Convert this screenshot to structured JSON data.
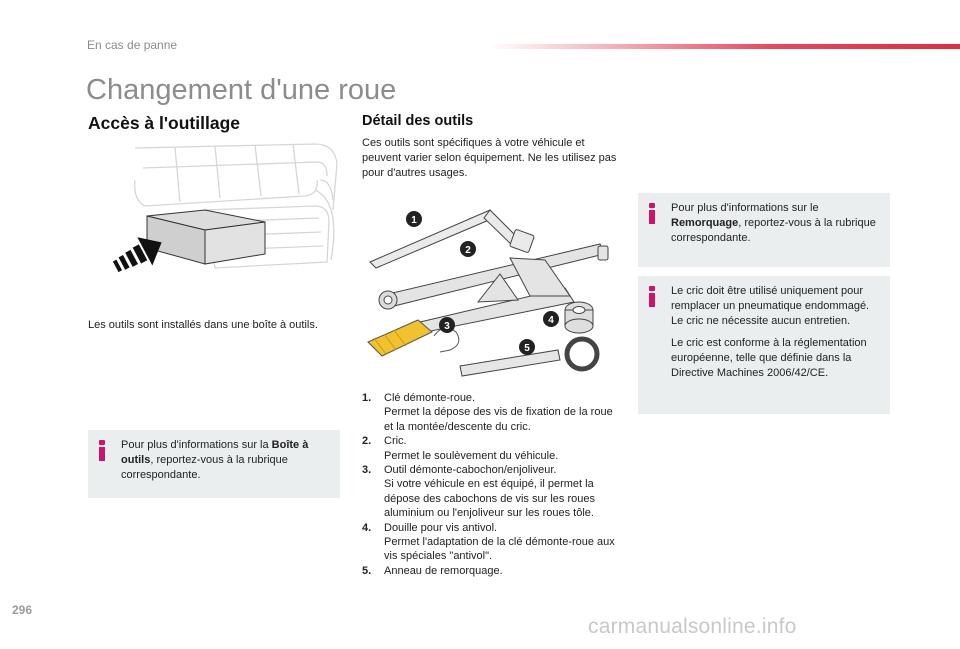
{
  "header": {
    "section": "En cas de panne",
    "page_number": "296"
  },
  "title": "Changement d'une roue",
  "left": {
    "heading": "Accès à l'outillage",
    "caption": "Les outils sont installés dans une boîte à outils.",
    "note": {
      "before": "Pour plus d'informations sur la ",
      "bold": "Boîte à outils",
      "after": ", reportez-vous à la rubrique correspondante."
    }
  },
  "middle": {
    "heading": "Détail des outils",
    "intro": "Ces outils sont spécifiques à votre véhicule et peuvent varier selon équipement. Ne les utilisez pas pour d'autres usages.",
    "callouts": [
      "1",
      "2",
      "3",
      "4",
      "5"
    ],
    "tools": [
      {
        "num": "1.",
        "name": "Clé démonte-roue.",
        "desc": "Permet la dépose des vis de fixation de la roue et la montée/descente du cric."
      },
      {
        "num": "2.",
        "name": "Cric.",
        "desc": "Permet le soulèvement du véhicule."
      },
      {
        "num": "3.",
        "name": "Outil démonte-cabochon/enjoliveur.",
        "desc": "Si votre véhicule en est équipé, il permet la dépose des cabochons de vis sur les roues aluminium ou l'enjoliveur sur les roues tôle."
      },
      {
        "num": "4.",
        "name": "Douille pour vis antivol.",
        "desc": "Permet l'adaptation de la clé démonte-roue aux vis spéciales \"antivol\"."
      },
      {
        "num": "5.",
        "name": "Anneau de remorquage.",
        "desc": ""
      }
    ]
  },
  "right": {
    "note1": {
      "before": "Pour plus d'informations sur le ",
      "bold": "Remorquage",
      "after": ", reportez-vous à la rubrique correspondante."
    },
    "note2": {
      "p1": "Le cric doit être utilisé uniquement pour remplacer un pneumatique endommagé.",
      "p1b": "Le cric ne nécessite aucun entretien.",
      "p2": "Le cric est conforme à la réglementation européenne, telle que définie dans la Directive Machines 2006/42/CE."
    }
  },
  "footer": {
    "watermark": "carmanualsonline.info"
  },
  "colors": {
    "accent": "#e22b3f",
    "info_icon": "#d0136a",
    "note_bg": "#eaeeef"
  }
}
